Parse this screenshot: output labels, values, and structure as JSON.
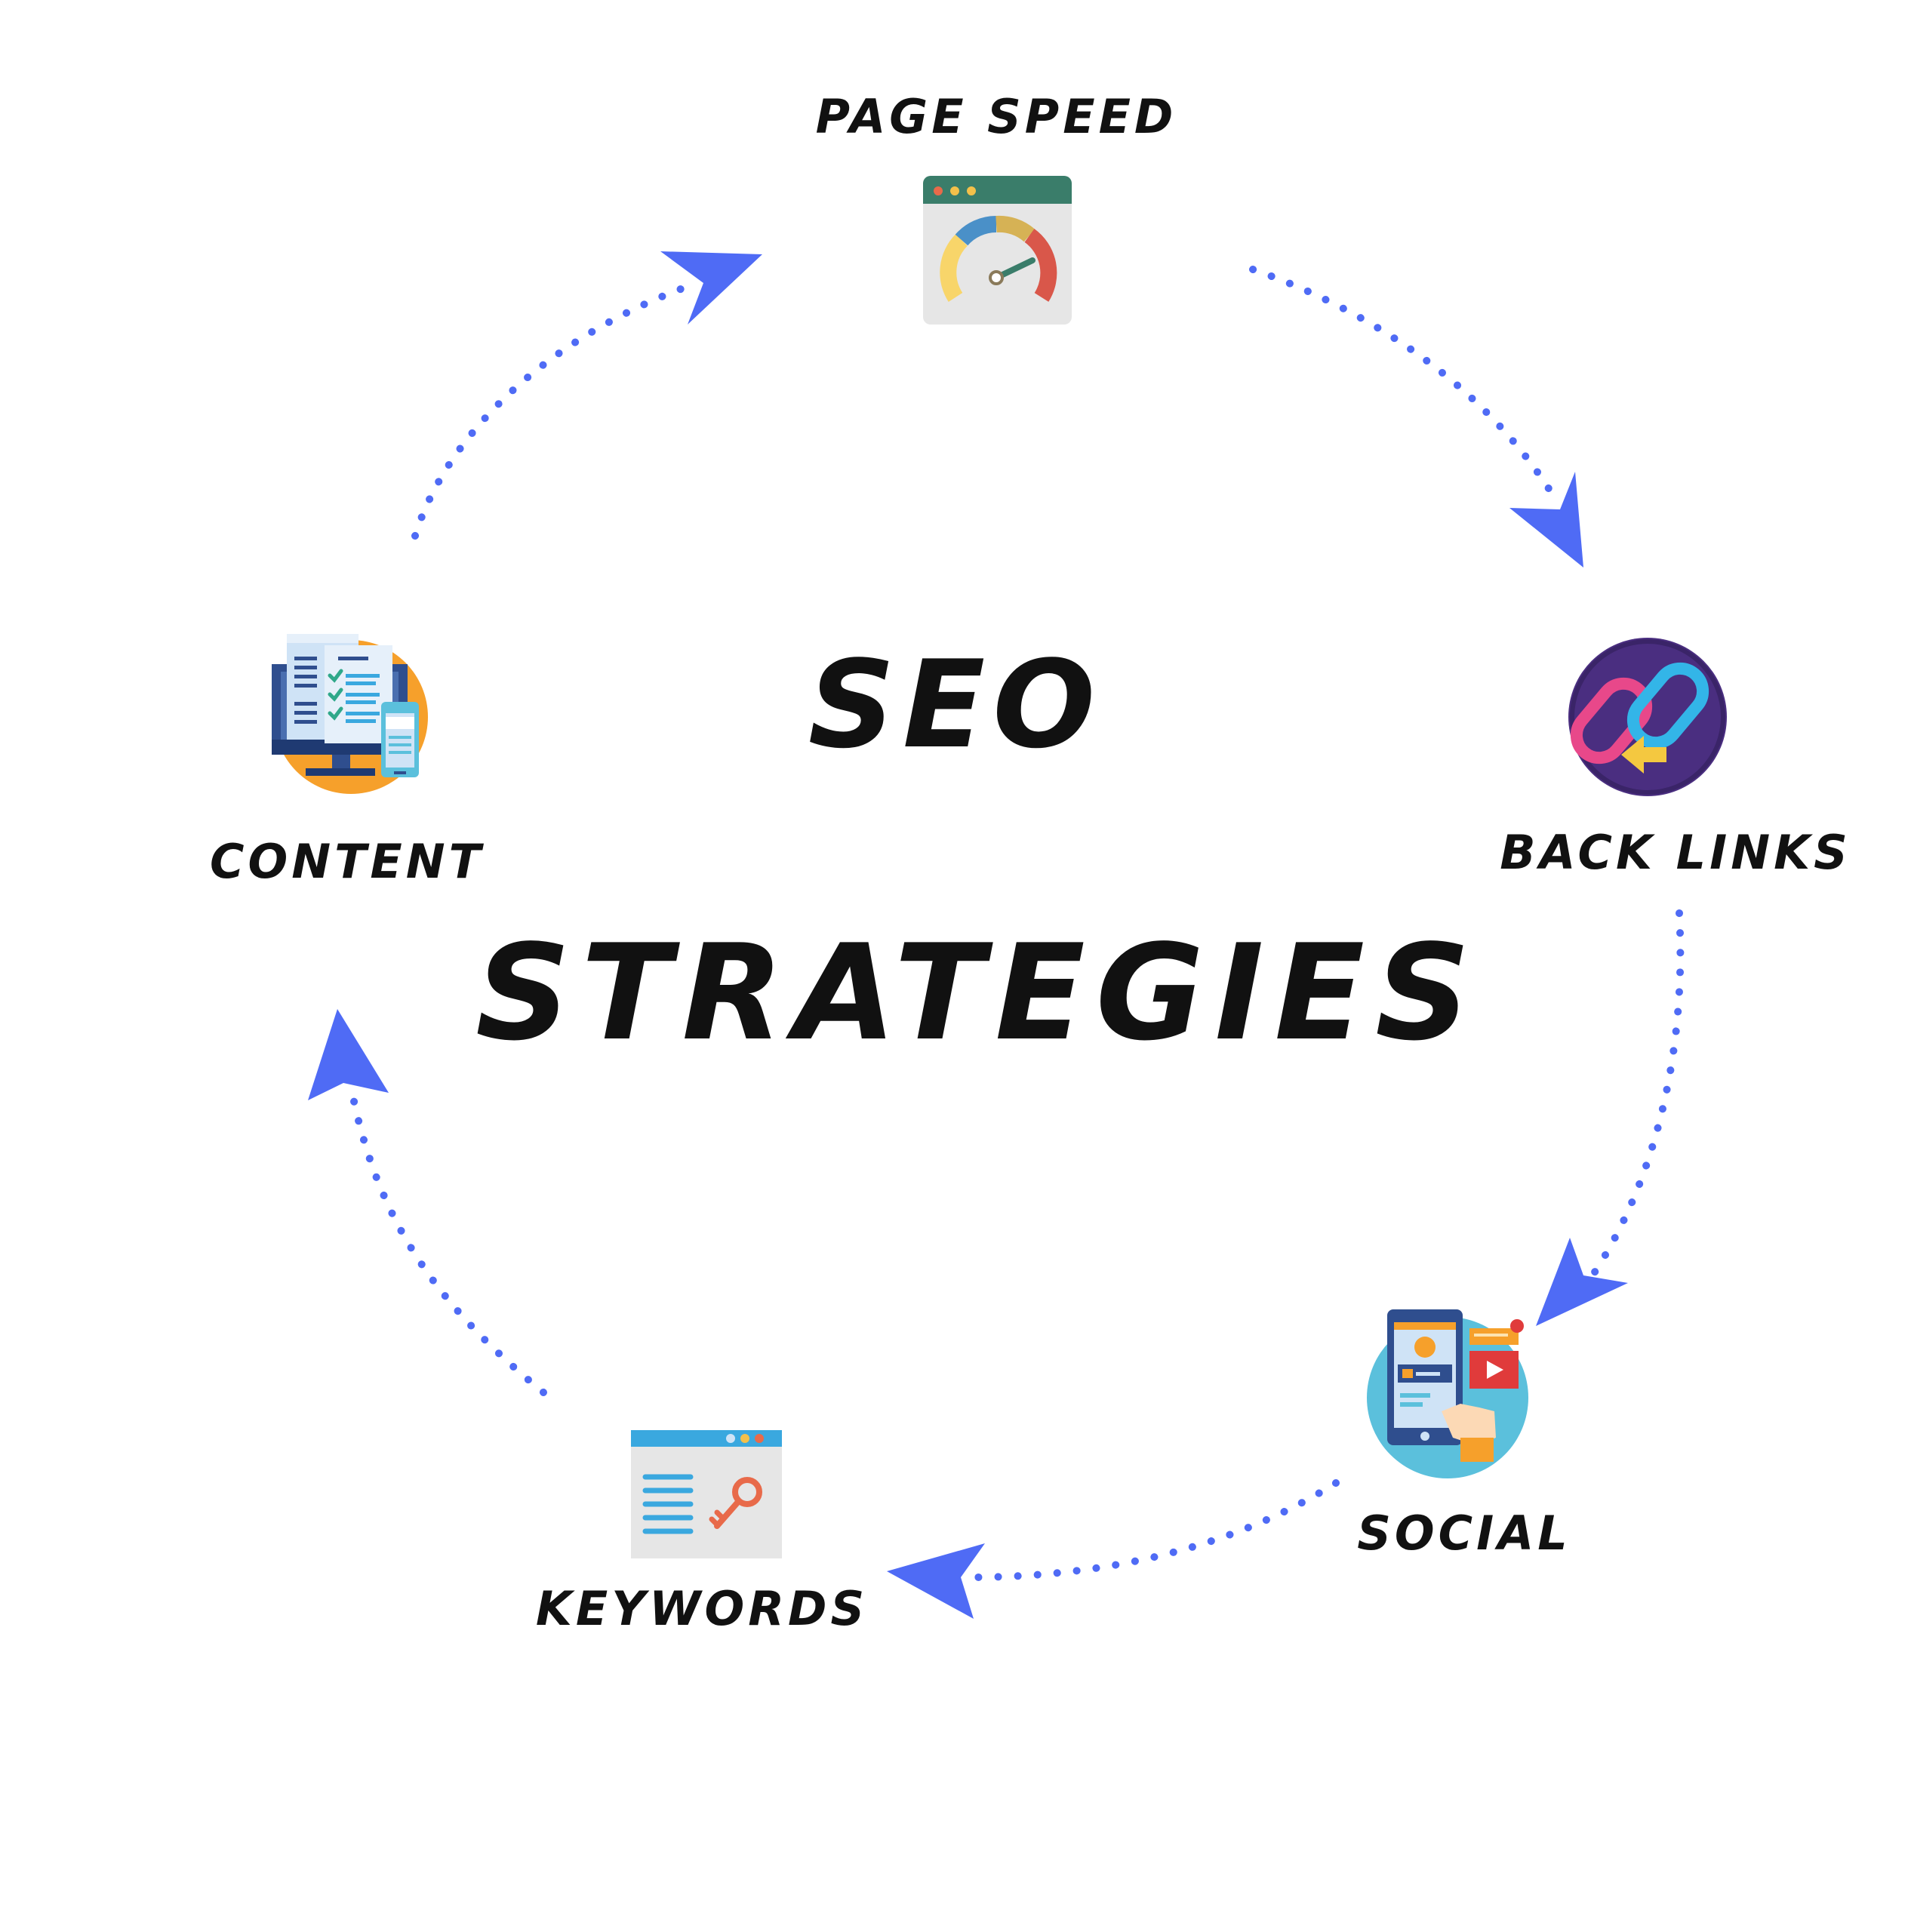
{
  "diagram": {
    "title_line1": "SEO",
    "title_line2": "STRATEGIES",
    "nodes": [
      {
        "id": "page-speed",
        "label": "PAGE SPEED",
        "icon": "speedometer-browser-icon"
      },
      {
        "id": "back-links",
        "label": "BACK LINKS",
        "icon": "chain-link-icon"
      },
      {
        "id": "social",
        "label": "SOCIAL",
        "icon": "social-media-phone-icon"
      },
      {
        "id": "keywords",
        "label": "KEYWORDS",
        "icon": "keyword-key-browser-icon"
      },
      {
        "id": "content",
        "label": "CONTENT",
        "icon": "content-monitor-checklist-icon"
      }
    ],
    "flow": [
      "page-speed",
      "back-links",
      "social",
      "keywords",
      "content",
      "page-speed"
    ]
  },
  "colors": {
    "arrow": "#4F6BF5",
    "text": "#111111",
    "backlinks_circle": "#4A2E80",
    "content_circle": "#F6A02B",
    "social_circle": "#5BC0DC",
    "browser_bar_teal": "#3A7D6A",
    "browser_bar_blue": "#3AA8DF"
  }
}
